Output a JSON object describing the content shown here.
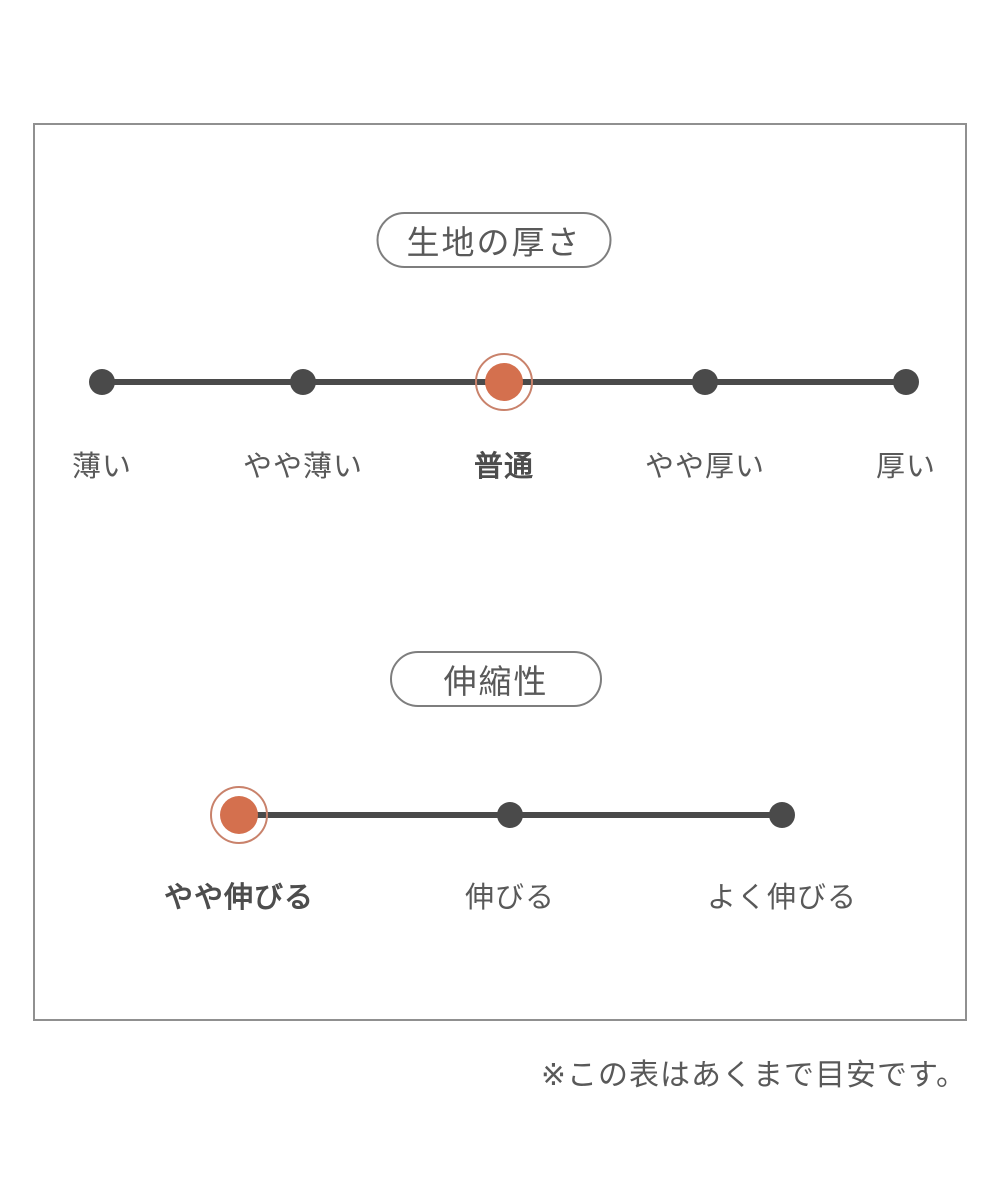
{
  "colors": {
    "accent": "#d4704e",
    "accent_ring": "#c9826b",
    "track": "#4a4a4a",
    "text": "#595959",
    "pill_border": "#7e7e7e",
    "panel_border": "#909090"
  },
  "panel": {
    "scales": [
      {
        "title": "生地の厚さ",
        "selected_label": "普通",
        "selected_index": 2,
        "options": [
          {
            "label": "薄い",
            "selected": false
          },
          {
            "label": "やや薄い",
            "selected": false
          },
          {
            "label": "普通",
            "selected": true
          },
          {
            "label": "やや厚い",
            "selected": false
          },
          {
            "label": "厚い",
            "selected": false
          }
        ]
      },
      {
        "title": "伸縮性",
        "selected_label": "やや伸びる",
        "selected_index": 0,
        "options": [
          {
            "label": "やや伸びる",
            "selected": true
          },
          {
            "label": "伸びる",
            "selected": false
          },
          {
            "label": "よく伸びる",
            "selected": false
          }
        ]
      }
    ]
  },
  "footnote": "※この表はあくまで目安です。"
}
